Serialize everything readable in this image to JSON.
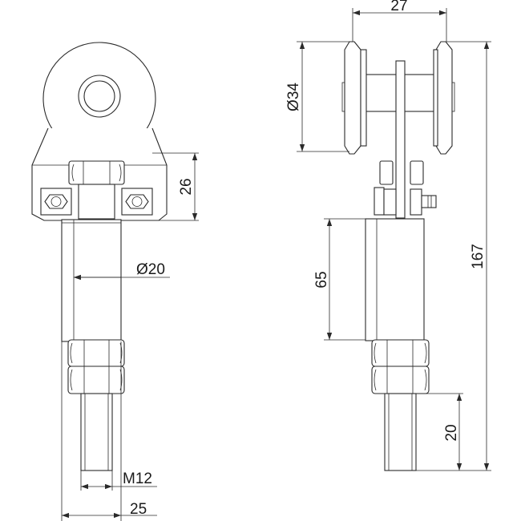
{
  "dimensions": {
    "top_width": "27",
    "wheel_diameter": "Ø34",
    "bracket_height": "26",
    "overall_height": "167",
    "body_diameter": "Ø20",
    "body_length": "65",
    "thread": "M12",
    "thread_length": "20",
    "base_width": "25"
  },
  "colors": {
    "line": "#2a2a2a",
    "text": "#1a1a1a",
    "background": "#ffffff"
  }
}
